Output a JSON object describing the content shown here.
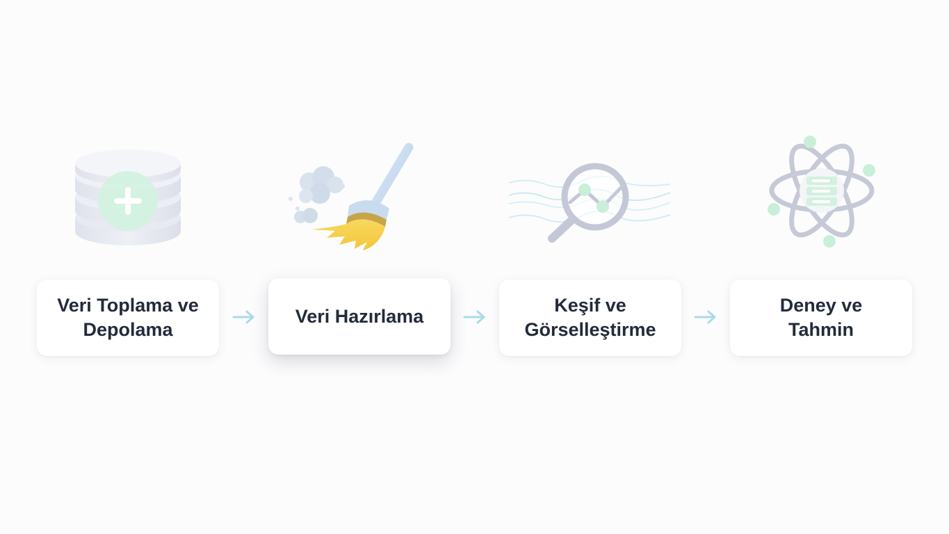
{
  "steps": [
    {
      "label": "Veri Toplama ve\nDepolama",
      "icon": "database-add-icon",
      "active": false
    },
    {
      "label": "Veri Hazırlama",
      "icon": "broom-icon",
      "active": true
    },
    {
      "label": "Keşif ve\nGörselleştirme",
      "icon": "magnifier-chart-icon",
      "active": false
    },
    {
      "label": "Deney ve\nTahmin",
      "icon": "atom-server-icon",
      "active": false
    }
  ],
  "colors": {
    "text": "#232b3a",
    "card": "#ffffff",
    "background": "#fcfcfd",
    "arrow": "#a9dbe8",
    "gray": "#c3c7d6",
    "mint": "#c8efd9",
    "yellow": "#f7cf4a",
    "blue_light": "#cfe3f3"
  }
}
